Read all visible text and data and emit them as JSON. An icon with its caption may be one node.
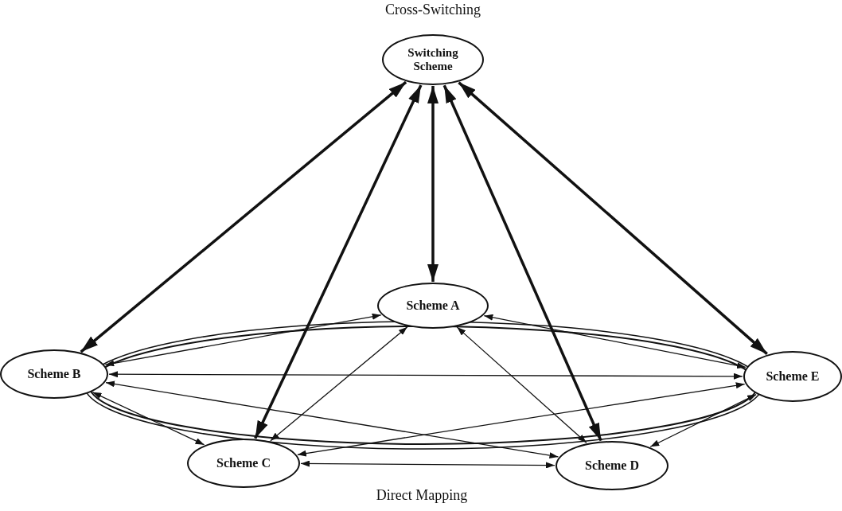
{
  "diagram": {
    "nodes": [
      {
        "text": [
          "Switching Scheme"
        ]
      },
      {
        "text": [
          "Scheme A"
        ]
      },
      {
        "text": [
          "Scheme B"
        ]
      },
      {
        "text": [
          "Scheme C"
        ]
      },
      {
        "text": [
          "Scheme D"
        ]
      },
      {
        "text": [
          "Scheme E"
        ]
      }
    ],
    "edges": [
      {
        "from": 0,
        "to": 1,
        "arrow": "both",
        "style": "thick"
      },
      {
        "from": 0,
        "to": 2,
        "arrow": "both",
        "style": "thick"
      },
      {
        "from": 0,
        "to": 3,
        "arrow": "both",
        "style": "thick"
      },
      {
        "from": 0,
        "to": 4,
        "arrow": "both",
        "style": "thick"
      },
      {
        "from": 0,
        "to": 5,
        "arrow": "both",
        "style": "thick"
      },
      {
        "from": 1,
        "to": 2,
        "arrow": "both"
      },
      {
        "from": 1,
        "to": 5,
        "arrow": "both"
      },
      {
        "from": 1,
        "to": 3,
        "arrow": "both"
      },
      {
        "from": 1,
        "to": 4,
        "arrow": "both"
      },
      {
        "from": 2,
        "to": 5,
        "arrow": "both"
      },
      {
        "from": 2,
        "to": 3,
        "arrow": "both"
      },
      {
        "from": 2,
        "to": 4,
        "arrow": "both"
      },
      {
        "from": 3,
        "to": 5,
        "arrow": "both"
      },
      {
        "from": 3,
        "to": 4,
        "arrow": "both"
      },
      {
        "from": 4,
        "to": 5,
        "arrow": "both"
      }
    ],
    "labels": [
      "Cross-Switching",
      "Direct Mapping"
    ]
  }
}
